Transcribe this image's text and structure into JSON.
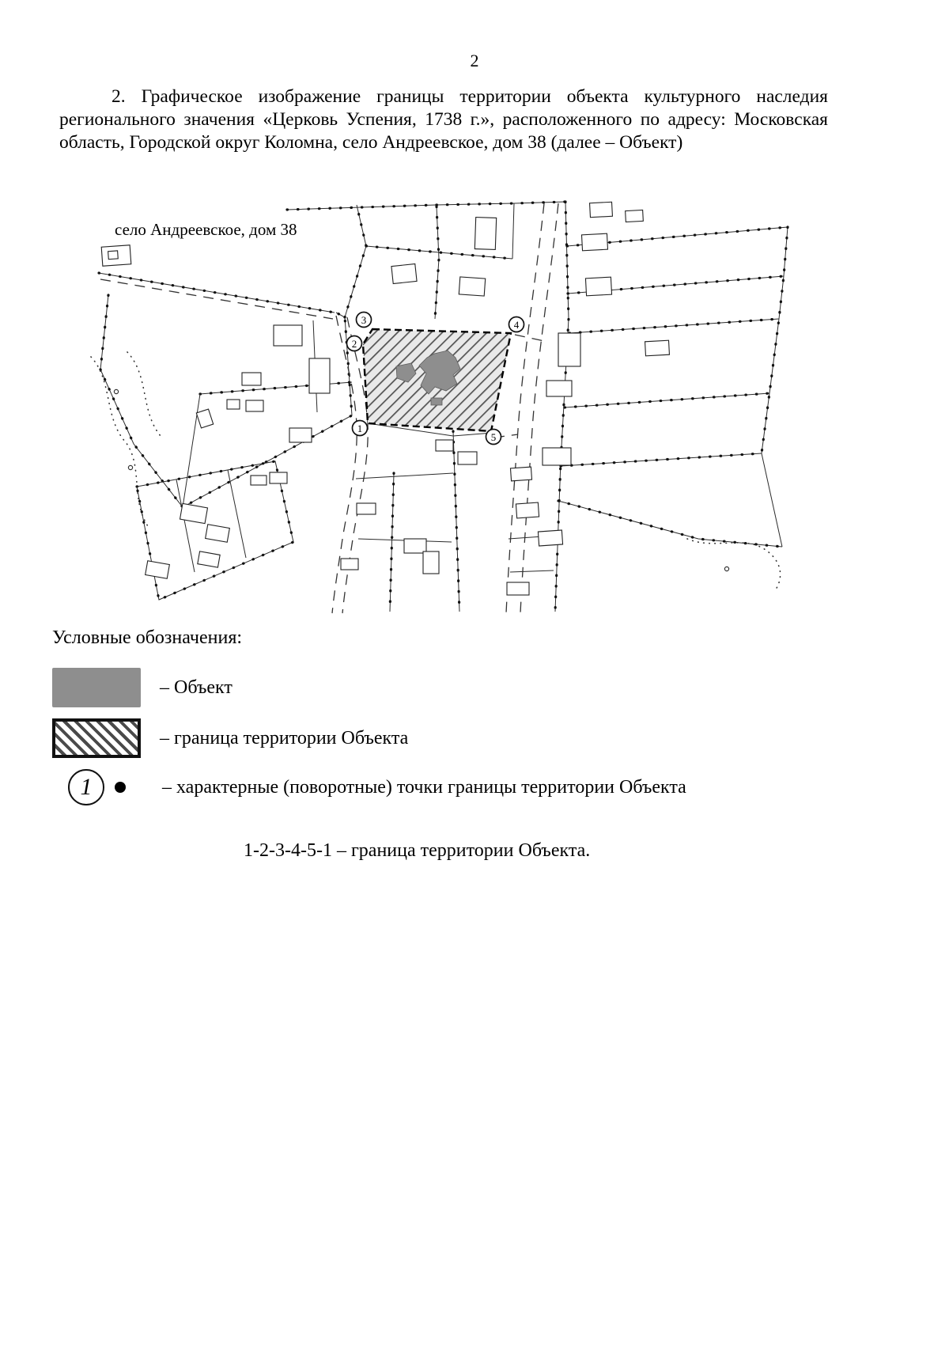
{
  "page": {
    "number": "2",
    "intro_paragraph": "2. Графическое изображение границы территории объекта культурного наследия регионального значения «Церковь Успения, 1738 г.», расположенного по адресу: Московская область, Городской округ Коломна, село Андреевское, дом 38 (далее – Объект)"
  },
  "map": {
    "address_label": "село Андреевское, дом 38",
    "boundary_points": [
      {
        "number": "1"
      },
      {
        "number": "2"
      },
      {
        "number": "3"
      },
      {
        "number": "4"
      },
      {
        "number": "5"
      }
    ]
  },
  "legend": {
    "title": "Условные обозначения:",
    "object_item_label": "– Объект",
    "boundary_item_label": "– граница территории Объекта",
    "points_item_label": "– характерные (поворотные) точки границы территории Объекта",
    "point_symbol_number": "1"
  },
  "caption": "1-2-3-4-5-1 – граница территории Объекта.",
  "colors": {
    "object_fill": "#8e8e8e",
    "hatch_stroke": "#4a4a4a",
    "line": "#1a1a1a",
    "paper": "#ffffff"
  }
}
